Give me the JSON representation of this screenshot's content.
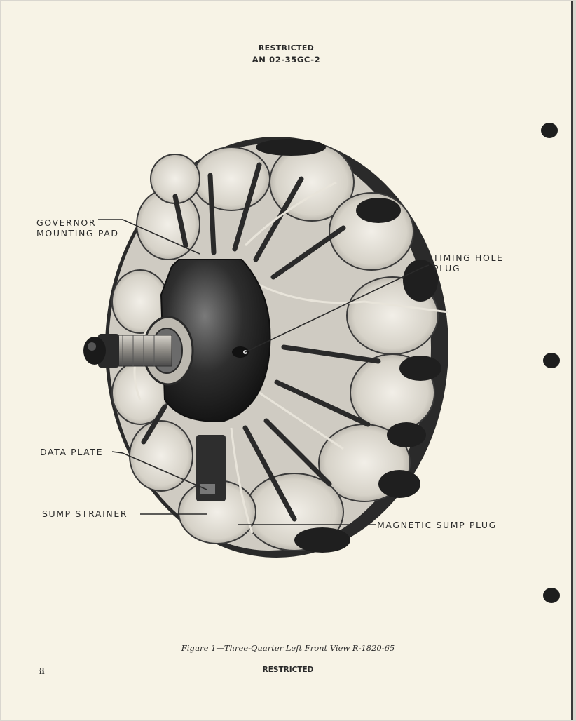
{
  "header": {
    "classification": "RESTRICTED",
    "document_number": "AN 02-35GC-2"
  },
  "figure": {
    "subject": "radial-engine-photograph",
    "callouts": [
      {
        "id": "governor",
        "text": "GOVERNOR\nMOUNTING PAD"
      },
      {
        "id": "timing",
        "text": "TIMING HOLE\nPLUG"
      },
      {
        "id": "data_plate",
        "text": "DATA PLATE"
      },
      {
        "id": "sump_strainer",
        "text": "SUMP STRAINER"
      },
      {
        "id": "magnetic_plug",
        "text": "MAGNETIC SUMP PLUG"
      }
    ],
    "caption": "Figure 1—Three-Quarter Left Front View R-1820-65"
  },
  "footer": {
    "page_number": "ii",
    "classification": "RESTRICTED"
  }
}
